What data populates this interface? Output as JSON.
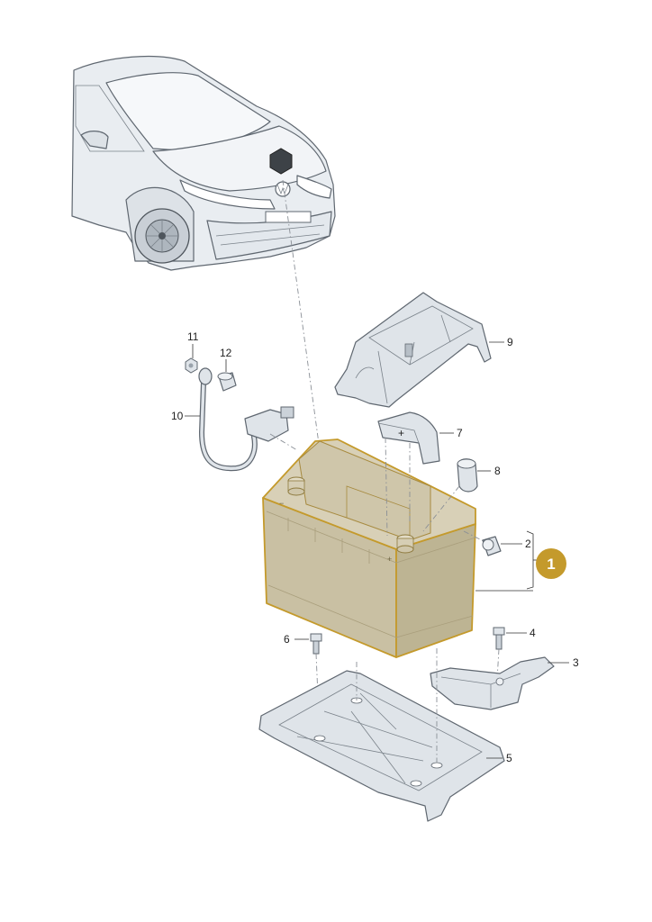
{
  "callouts": [
    {
      "id": "p11",
      "number": "11"
    },
    {
      "id": "p12",
      "number": "12"
    },
    {
      "id": "p10",
      "number": "10"
    },
    {
      "id": "p9",
      "number": "9"
    },
    {
      "id": "p7",
      "number": "7"
    },
    {
      "id": "p8",
      "number": "8"
    },
    {
      "id": "p2",
      "number": "2"
    },
    {
      "id": "p6",
      "number": "6"
    },
    {
      "id": "p4",
      "number": "4"
    },
    {
      "id": "p3",
      "number": "3"
    },
    {
      "id": "p5",
      "number": "5"
    }
  ],
  "highlight_badge": {
    "number": "1",
    "color": "#c49a2c"
  },
  "colors": {
    "battery_fill": "#cdc5ac",
    "battery_outline": "#c49a2c",
    "part_fill": "#dfe4e9",
    "car_fill": "#e9edf1"
  },
  "terminal_marks": {
    "minus": "−",
    "plus": "+"
  }
}
